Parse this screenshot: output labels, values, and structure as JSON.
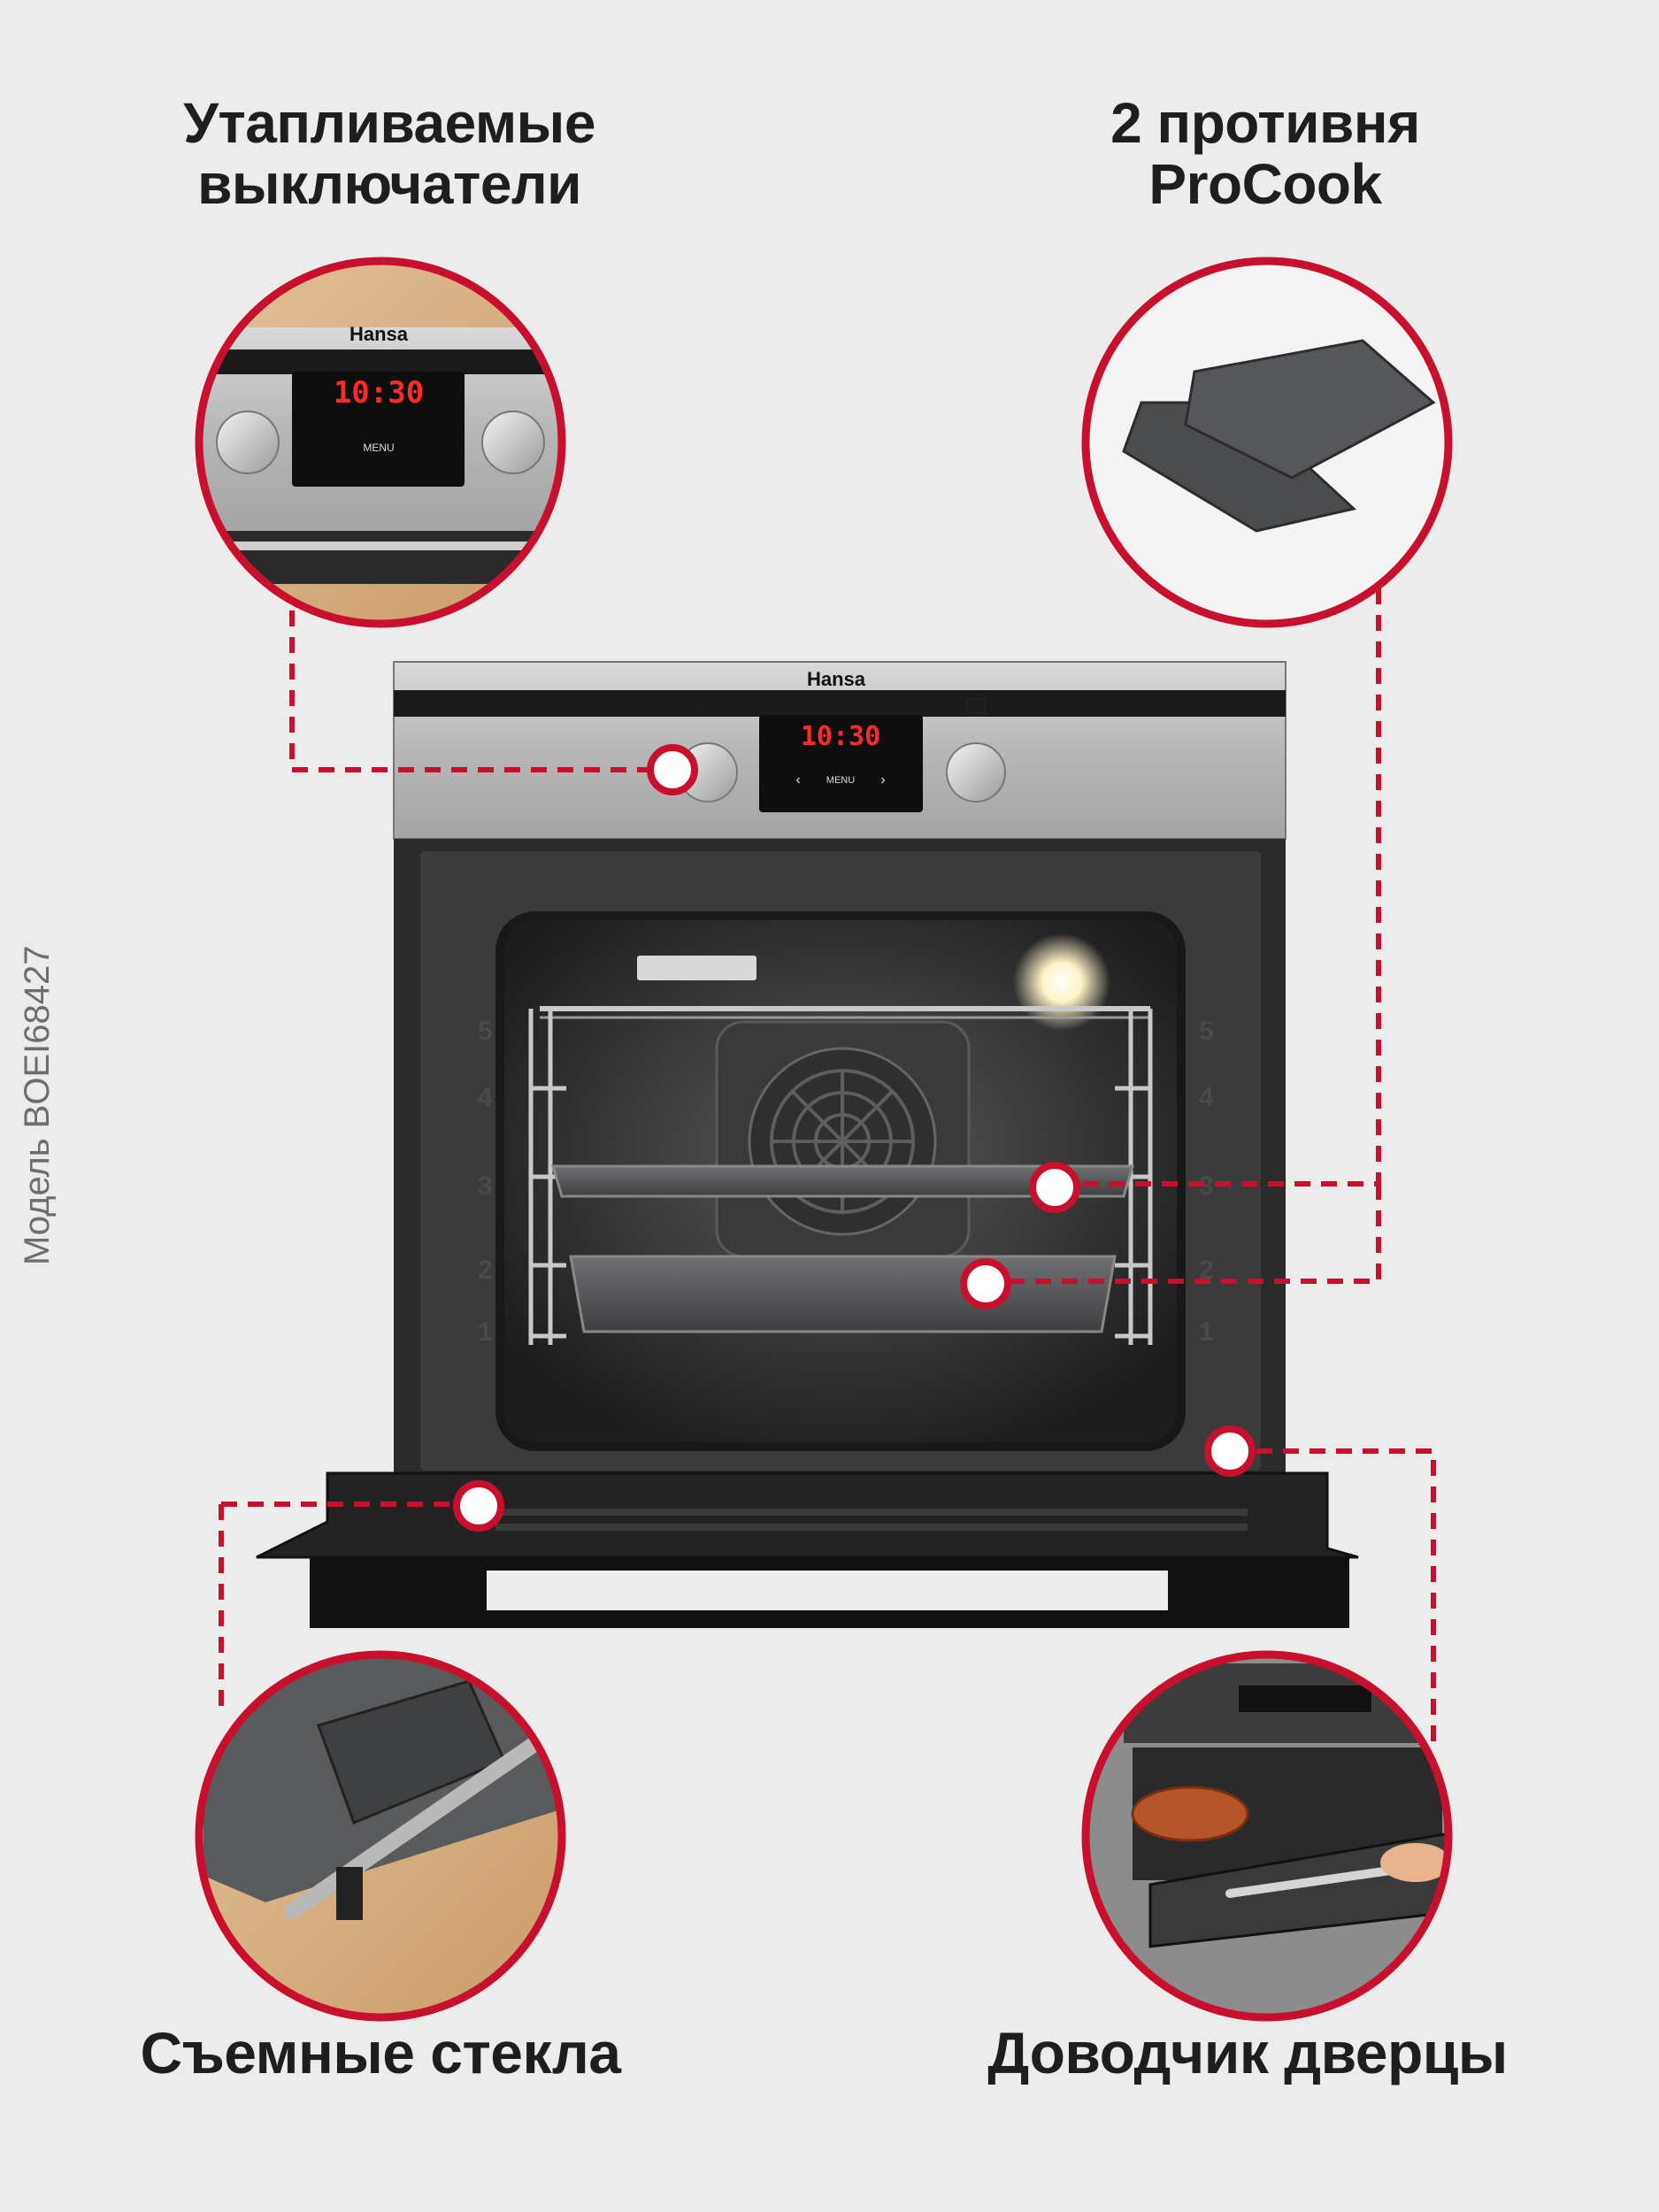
{
  "features": {
    "switches": {
      "line1": "Утапливаемые",
      "line2": "выключатели"
    },
    "trays": {
      "line1": "2 противня",
      "line2": "ProCook"
    },
    "glass": {
      "label": "Съемные стекла"
    },
    "door": {
      "label": "Доводчик дверцы"
    }
  },
  "model_label": "Модель BOEI68427",
  "oven": {
    "brand": "Hansa",
    "display_time": "10:30",
    "menu_label": "MENU",
    "temp_symbol": "°C",
    "shelf_numbers": [
      "5",
      "4",
      "3",
      "2",
      "1"
    ]
  },
  "colors": {
    "accent": "#c8102e",
    "background": "#ececec",
    "display_digits": "#ff2a2a"
  }
}
